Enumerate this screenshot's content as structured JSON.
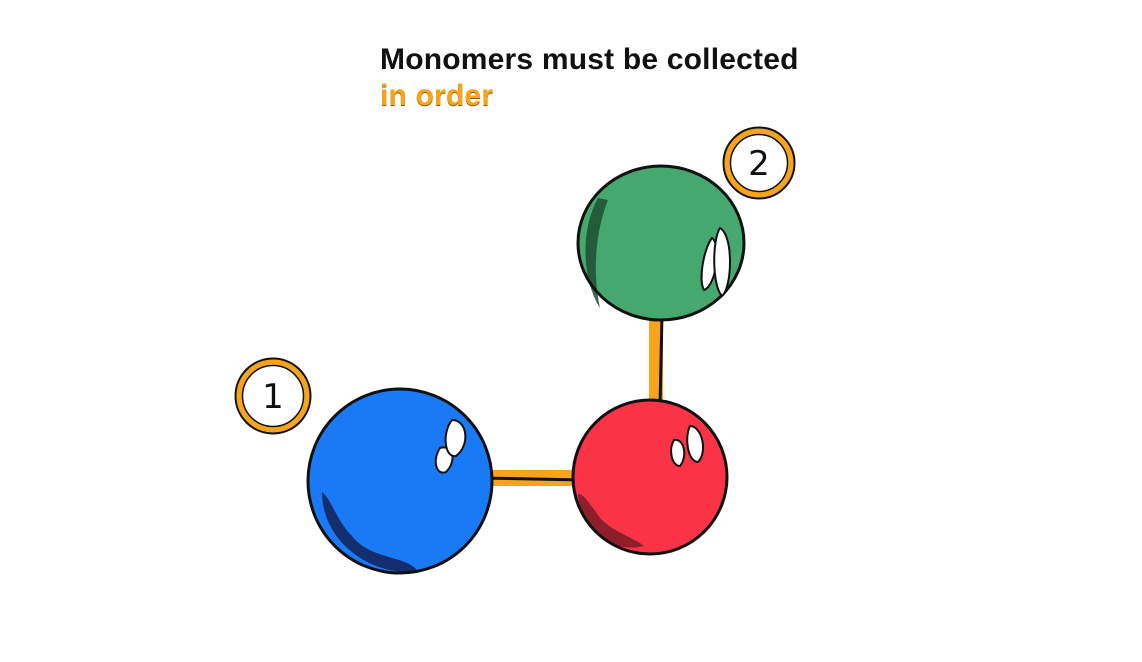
{
  "tutorial": {
    "title_line_1": "Monomers must be collected",
    "title_line_2": "in order"
  },
  "monomers": [
    {
      "name": "blue",
      "color": "#1a7af5",
      "shade": "#142d6e",
      "order_label": "1"
    },
    {
      "name": "red",
      "color": "#fa3347",
      "shade": "#8e1f2a",
      "order_label": ""
    },
    {
      "name": "green",
      "color": "#45a96f",
      "shade": "#1f4f33",
      "order_label": "2"
    }
  ],
  "colors": {
    "bond": "#f5a41c",
    "badge_ring": "#f5a41c",
    "outline": "#111111"
  },
  "icons": {
    "badge": "numbered-circle",
    "monomer": "ball",
    "bond": "stick"
  }
}
